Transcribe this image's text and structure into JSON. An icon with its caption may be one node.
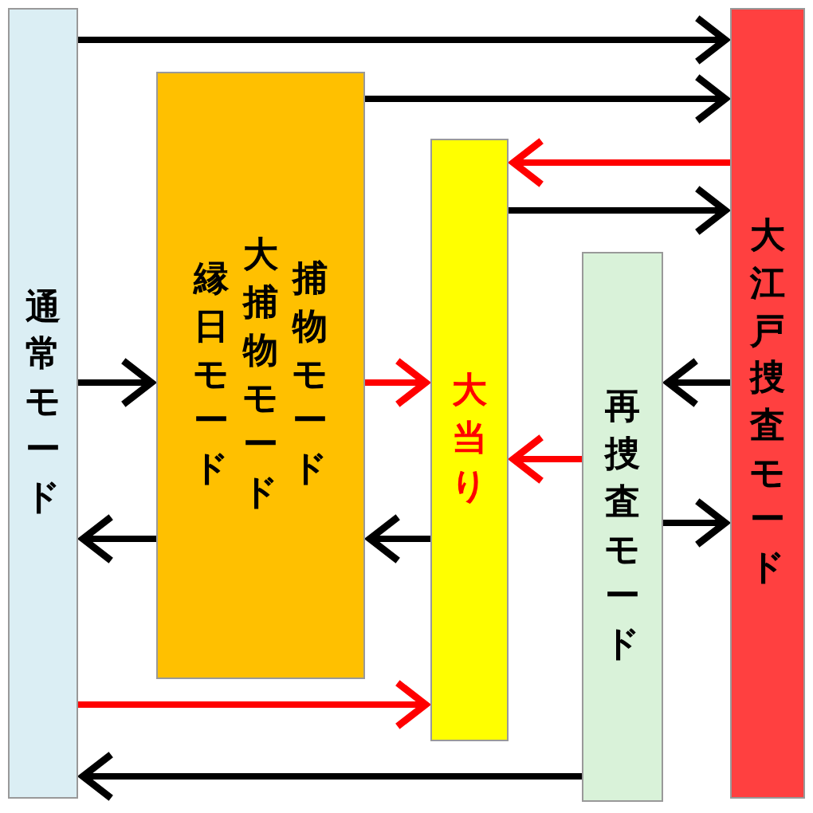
{
  "diagram": {
    "nodes": [
      {
        "text": [
          "通常モード"
        ]
      },
      {
        "text": [
          "縁日モード",
          "大捕物モード",
          "捕物モード"
        ]
      },
      {
        "text": [
          "大当り"
        ]
      },
      {
        "text": [
          "再捜査モード"
        ]
      },
      {
        "text": [
          "大江戸捜査モード"
        ]
      }
    ],
    "edges": [
      {
        "from": 0,
        "to": 4,
        "arrow": "to"
      },
      {
        "from": 1,
        "to": 4,
        "arrow": "to"
      },
      {
        "from": 4,
        "to": 2,
        "arrow": "to",
        "color": "#ff0000"
      },
      {
        "from": 2,
        "to": 4,
        "arrow": "to"
      },
      {
        "from": 0,
        "to": 1,
        "arrow": "to"
      },
      {
        "from": 1,
        "to": 2,
        "arrow": "to",
        "color": "#ff0000"
      },
      {
        "from": 4,
        "to": 3,
        "arrow": "to"
      },
      {
        "from": 3,
        "to": 2,
        "arrow": "to",
        "color": "#ff0000"
      },
      {
        "from": 3,
        "to": 4,
        "arrow": "to"
      },
      {
        "from": 1,
        "to": 0,
        "arrow": "to"
      },
      {
        "from": 2,
        "to": 1,
        "arrow": "to"
      },
      {
        "from": 0,
        "to": 2,
        "arrow": "to",
        "color": "#ff0000"
      },
      {
        "from": 3,
        "to": 0,
        "arrow": "to"
      }
    ]
  }
}
